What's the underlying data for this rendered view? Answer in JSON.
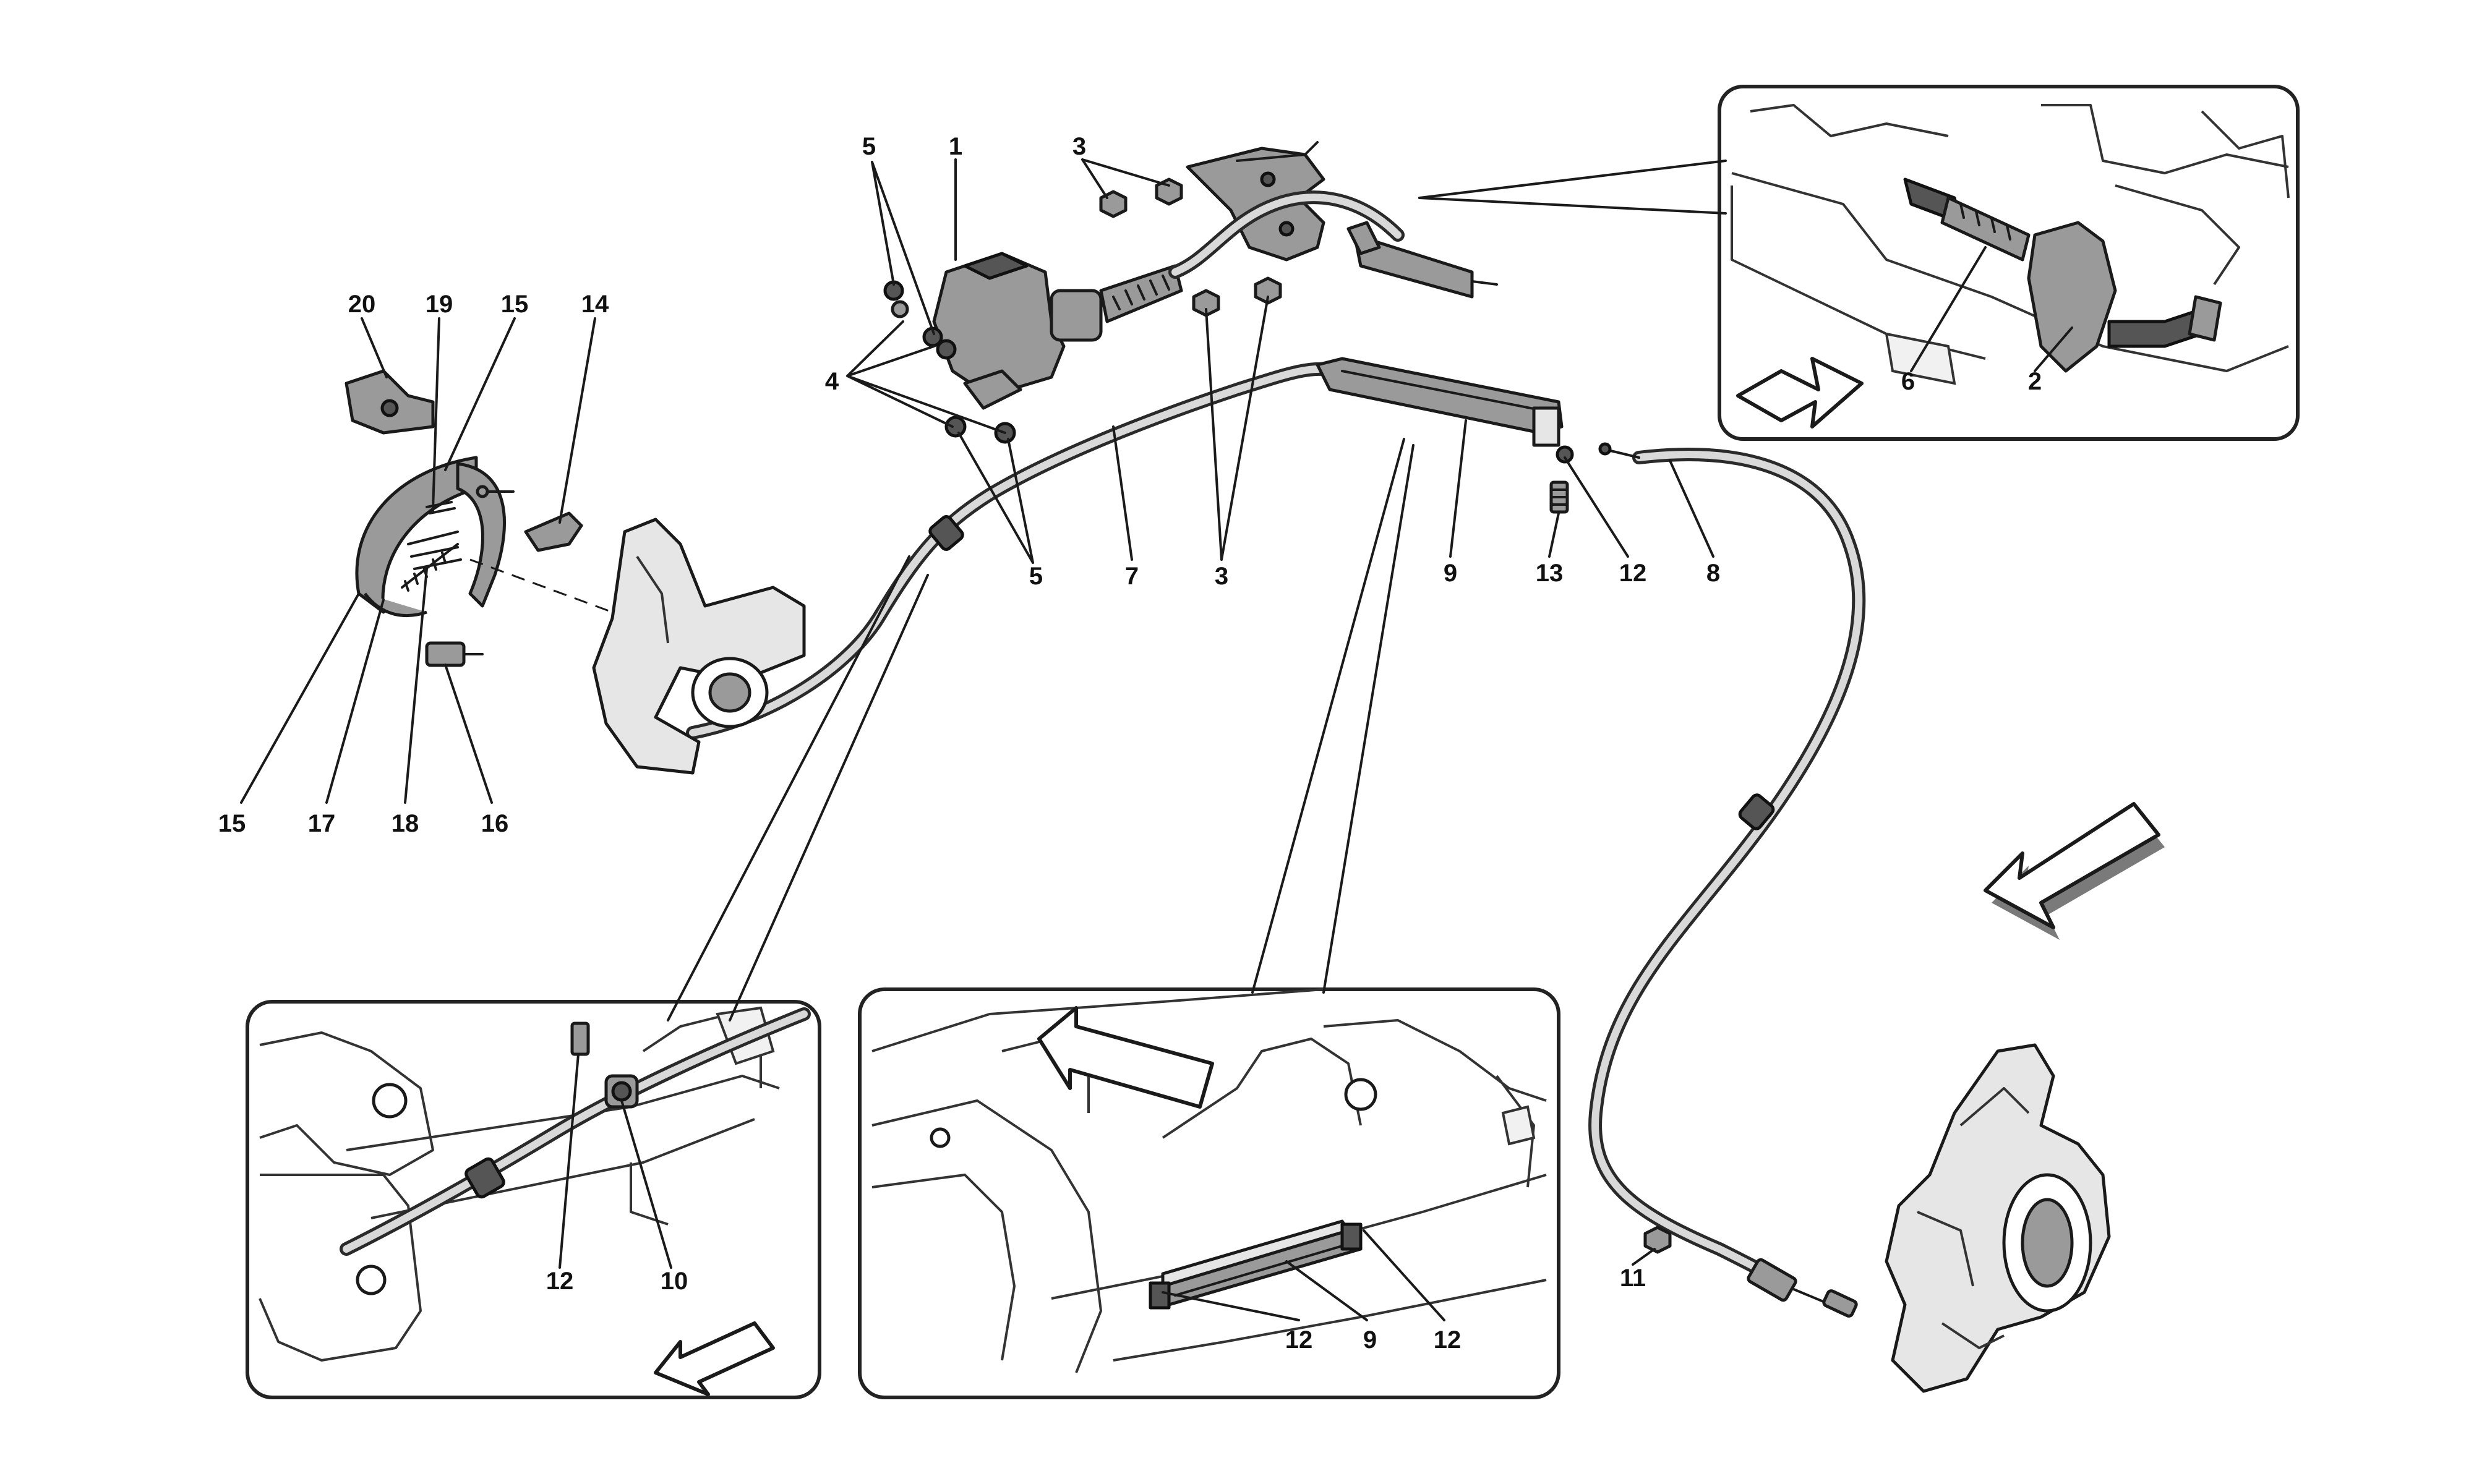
{
  "callouts": {
    "c1": "1",
    "c2": "2",
    "c3a": "3",
    "c3b": "3",
    "c4": "4",
    "c5a": "5",
    "c5b": "5",
    "c6": "6",
    "c7": "7",
    "c8": "8",
    "c9a": "9",
    "c9b": "9",
    "c10": "10",
    "c11": "11",
    "c12a": "12",
    "c12b": "12",
    "c12c": "12",
    "c12d": "12",
    "c13": "13",
    "c14": "14",
    "c15a": "15",
    "c15b": "15",
    "c16": "16",
    "c17": "17",
    "c18": "18",
    "c19": "19",
    "c20": "20"
  }
}
